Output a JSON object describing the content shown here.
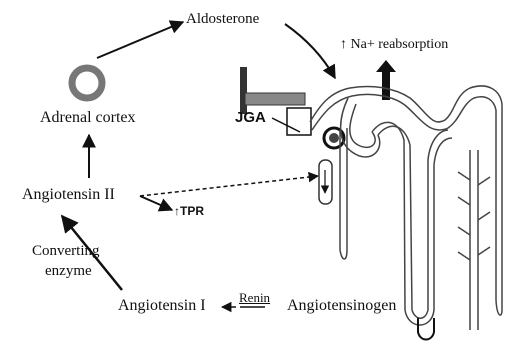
{
  "diagram": {
    "labels": {
      "aldosterone": "Aldosterone",
      "na_reabsorption": "↑ Na+ reabsorption",
      "adrenal_cortex": "Adrenal cortex",
      "jga": "JGA",
      "angiotensin_ii": "Angiotensin II",
      "tpr": "↑TPR",
      "converting_enzyme_line1": "Converting",
      "converting_enzyme_line2": "enzyme",
      "angiotensin_i": "Angiotensin I",
      "renin": "Renin",
      "angiotensinogen": "Angiotensinogen"
    }
  }
}
